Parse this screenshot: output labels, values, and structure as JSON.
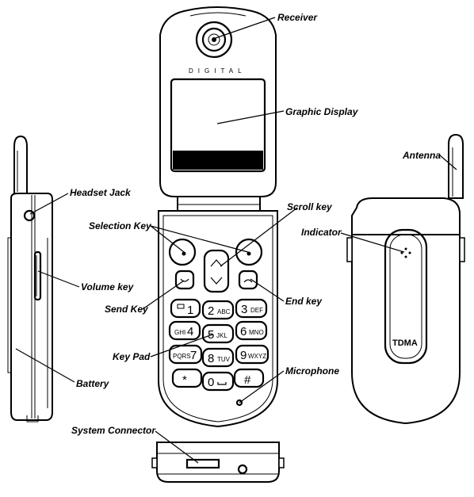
{
  "phone": {
    "brand_label": "DIGITAL",
    "logo_label": "TDMA"
  },
  "callouts": {
    "receiver": "Receiver",
    "graphic_display": "Graphic Display",
    "antenna": "Antenna",
    "headset_jack": "Headset Jack",
    "scroll_key": "Scroll key",
    "selection_key": "Selection Key",
    "indicator": "Indicator",
    "volume_key": "Volume key",
    "send_key": "Send Key",
    "end_key": "End key",
    "key_pad": "Key Pad",
    "microphone": "Microphone",
    "battery": "Battery",
    "system_connector": "System Connector"
  },
  "keypad": {
    "row1": [
      {
        "num": "1",
        "letters": ""
      },
      {
        "num": "2",
        "letters": "ABC"
      },
      {
        "num": "3",
        "letters": "DEF"
      }
    ],
    "row2": [
      {
        "num": "4",
        "letters": "GHI"
      },
      {
        "num": "5",
        "letters": "JKL"
      },
      {
        "num": "6",
        "letters": "MNO"
      }
    ],
    "row3": [
      {
        "num": "7",
        "letters": "PQRS"
      },
      {
        "num": "8",
        "letters": "TUV"
      },
      {
        "num": "9",
        "letters": "WXYZ"
      }
    ],
    "row4": [
      {
        "num": "*",
        "letters": ""
      },
      {
        "num": "0",
        "letters": ""
      },
      {
        "num": "#",
        "letters": ""
      }
    ]
  }
}
